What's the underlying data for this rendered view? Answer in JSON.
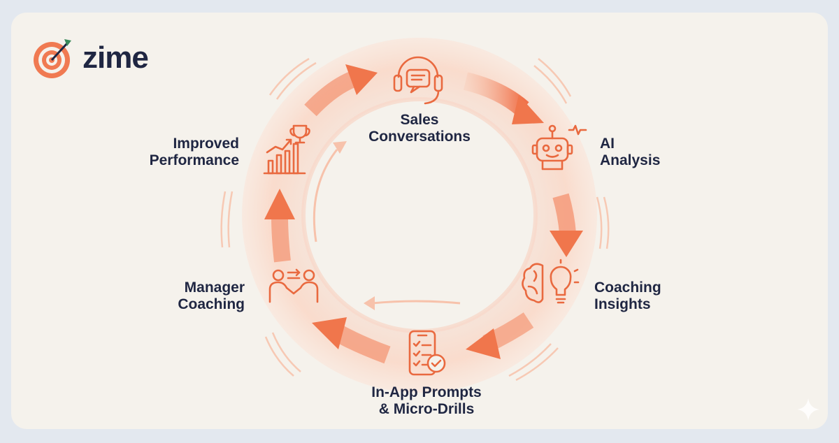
{
  "brand": {
    "name": "zime",
    "icon": "target-arrow-logo-icon"
  },
  "colors": {
    "accent": "#f07a52",
    "text": "#1f2642",
    "background": "#f5f2ec",
    "ring": "#fbe0d3"
  },
  "cycle": {
    "stages": [
      {
        "id": "sales",
        "lines": [
          "Sales",
          "Conversations"
        ],
        "icon": "headset-chat-icon"
      },
      {
        "id": "ai",
        "lines": [
          "AI",
          "Analysis"
        ],
        "icon": "robot-icon"
      },
      {
        "id": "insights",
        "lines": [
          "Coaching",
          "Insights"
        ],
        "icon": "brain-lightbulb-icon"
      },
      {
        "id": "prompts",
        "lines": [
          "In-App Prompts",
          "& Micro-Drills"
        ],
        "icon": "phone-checklist-icon"
      },
      {
        "id": "manager",
        "lines": [
          "Manager",
          "Coaching"
        ],
        "icon": "people-handshake-icon"
      },
      {
        "id": "performance",
        "lines": [
          "Improved",
          "Performance"
        ],
        "icon": "trophy-growth-chart-icon"
      }
    ],
    "direction": "clockwise"
  }
}
